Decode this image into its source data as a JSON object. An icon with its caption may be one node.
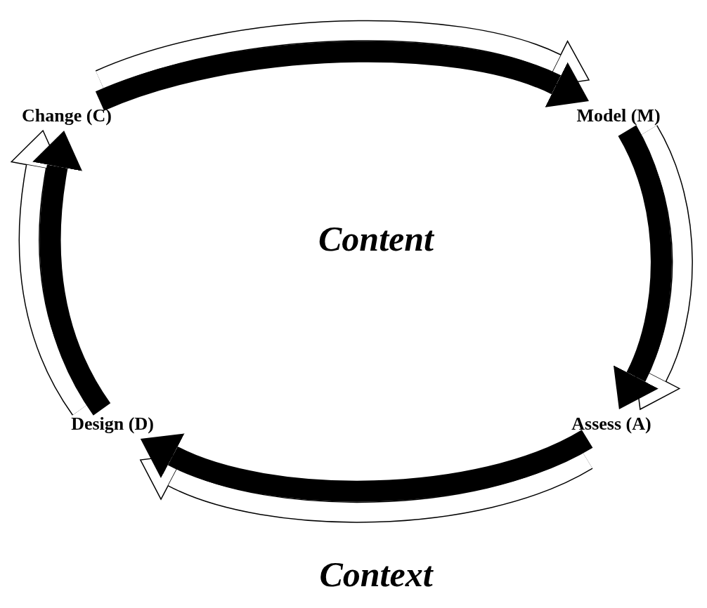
{
  "diagram": {
    "nodes": [
      {
        "text": [
          "Change (C)"
        ]
      },
      {
        "text": [
          "Model (M)"
        ]
      },
      {
        "text": [
          "Assess (A)"
        ]
      },
      {
        "text": [
          "Design (D)"
        ]
      }
    ],
    "edges": [
      {
        "from": 0,
        "to": 1,
        "arrow": "to"
      },
      {
        "from": 1,
        "to": 2,
        "arrow": "to"
      },
      {
        "from": 2,
        "to": 3,
        "arrow": "to"
      },
      {
        "from": 3,
        "to": 0,
        "arrow": "to"
      }
    ],
    "labels": [
      "Content",
      "Context"
    ]
  }
}
